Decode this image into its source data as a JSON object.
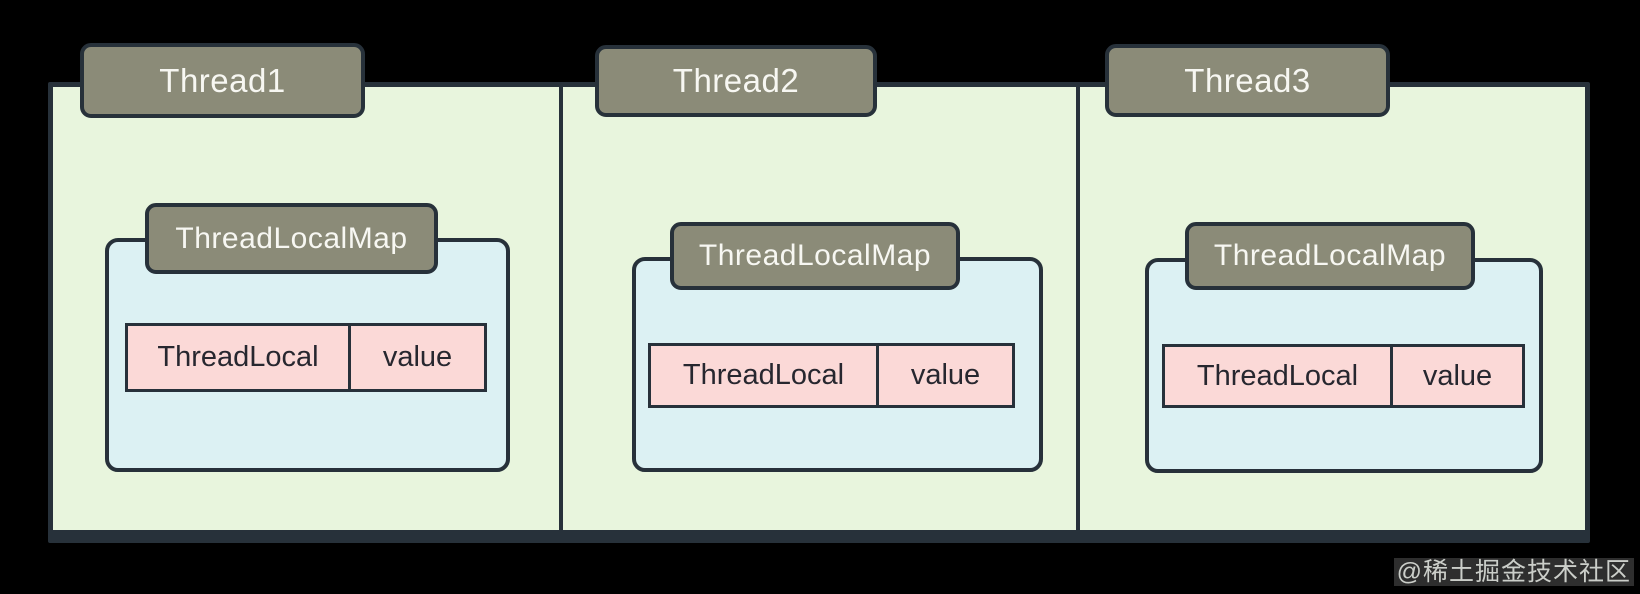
{
  "colors": {
    "bg": "#000000",
    "panel": "#e8f5dd",
    "border": "#27313a",
    "tab": "#8b8b78",
    "tab_text": "#f7f7f2",
    "map": "#dcf1f3",
    "cell": "#fbd9d7",
    "text_dark": "#27272f",
    "watermark_text": "#cbcec9"
  },
  "threads": [
    {
      "label": "Thread1",
      "map_label": "ThreadLocalMap",
      "entry": {
        "key": "ThreadLocal",
        "value": "value"
      }
    },
    {
      "label": "Thread2",
      "map_label": "ThreadLocalMap",
      "entry": {
        "key": "ThreadLocal",
        "value": "value"
      }
    },
    {
      "label": "Thread3",
      "map_label": "ThreadLocalMap",
      "entry": {
        "key": "ThreadLocal",
        "value": "value"
      }
    }
  ],
  "watermark": {
    "text": "@稀土掘金技术社区"
  }
}
